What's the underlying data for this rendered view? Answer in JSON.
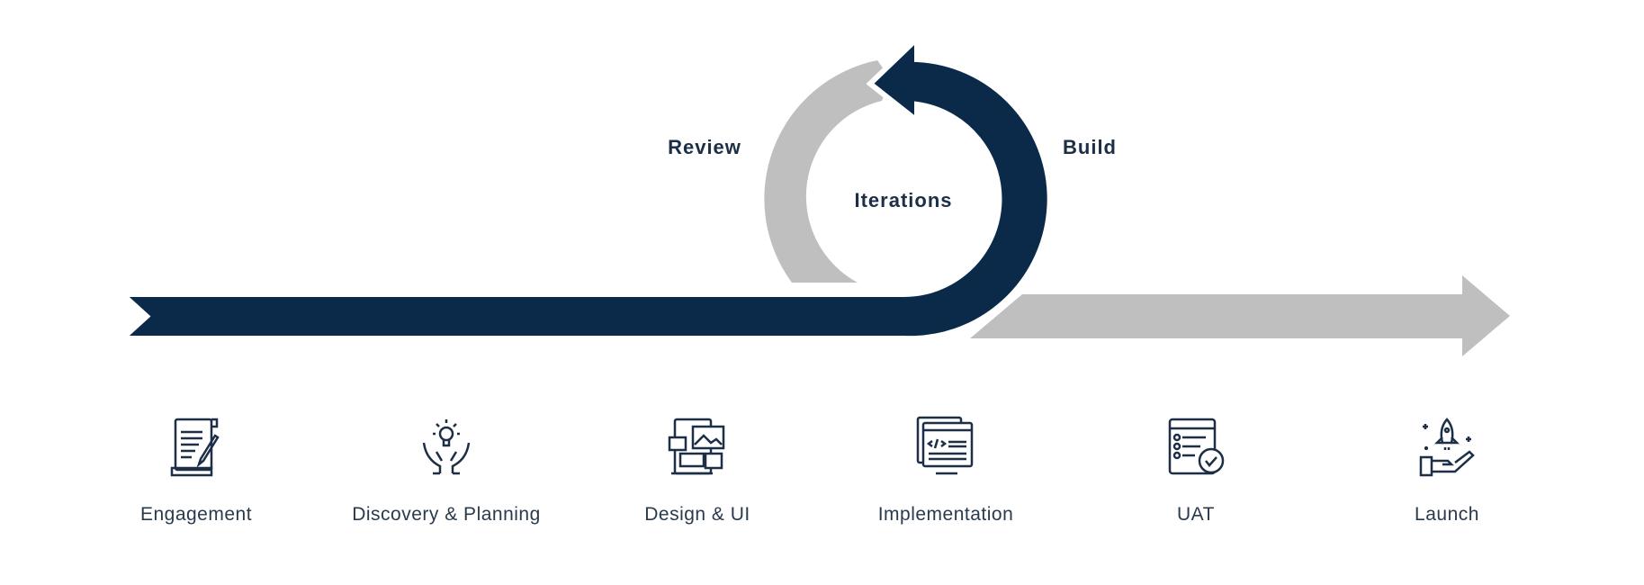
{
  "colors": {
    "primary": "#0b2a4a",
    "secondary": "#bfbfbf",
    "text": "#1c2f46"
  },
  "cycle": {
    "left_label": "Review",
    "right_label": "Build",
    "center_label": "Iterations"
  },
  "steps": [
    {
      "label": "Engagement",
      "icon": "document-pen-icon"
    },
    {
      "label": "Discovery & Planning",
      "icon": "lightbulb-hands-icon"
    },
    {
      "label": "Design & UI",
      "icon": "design-layout-icon"
    },
    {
      "label": "Implementation",
      "icon": "code-monitor-icon"
    },
    {
      "label": "UAT",
      "icon": "checklist-icon"
    },
    {
      "label": "Launch",
      "icon": "rocket-hand-icon"
    }
  ]
}
